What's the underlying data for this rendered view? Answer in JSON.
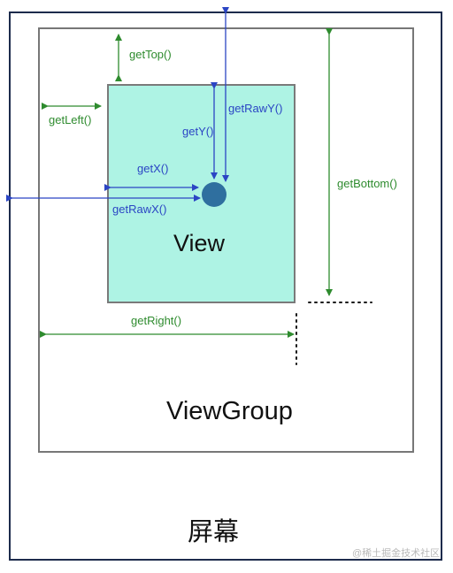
{
  "labels": {
    "get_top": "getTop()",
    "get_left": "getLeft()",
    "get_bottom": "getBottom()",
    "get_right": "getRight()",
    "get_x": "getX()",
    "get_y": "getY()",
    "get_raw_x": "getRawX()",
    "get_raw_y": "getRawY()",
    "view": "View",
    "view_group": "ViewGroup",
    "screen": "屏幕",
    "watermark": "@稀土掘金技术社区"
  },
  "colors": {
    "view_fill": "#aef3e4",
    "touch_point": "#2f6f9f",
    "green_arrows": "#2e8b2e",
    "blue_arrows": "#2b45c4",
    "screen_border": "#1d2b4c",
    "viewgroup_border": "#777777"
  }
}
